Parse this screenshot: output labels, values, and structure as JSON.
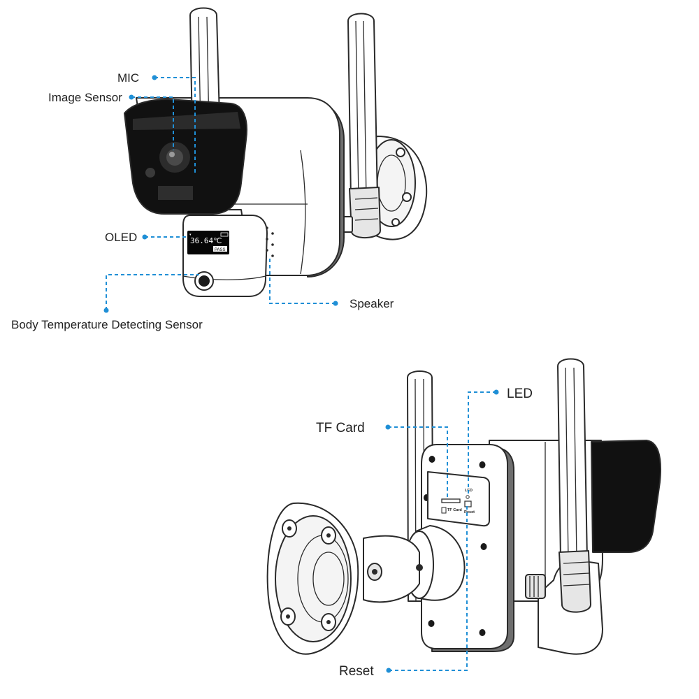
{
  "labels": {
    "mic": "MIC",
    "image_sensor": "Image Sensor",
    "oled": "OLED",
    "speaker": "Speaker",
    "body_temp_sensor": "Body Temperature Detecting Sensor",
    "led": "LED",
    "tf_card": "TF Card",
    "reset": "Reset"
  },
  "oled_display": {
    "temperature": "36.64℃",
    "status": "PASS"
  },
  "back_panel": {
    "led": "LED",
    "tf_card": "TF Card",
    "reset": "Reset"
  },
  "colors": {
    "leader": "#1f8fd6",
    "outline": "#2a2a2a",
    "lens_black": "#111111"
  }
}
